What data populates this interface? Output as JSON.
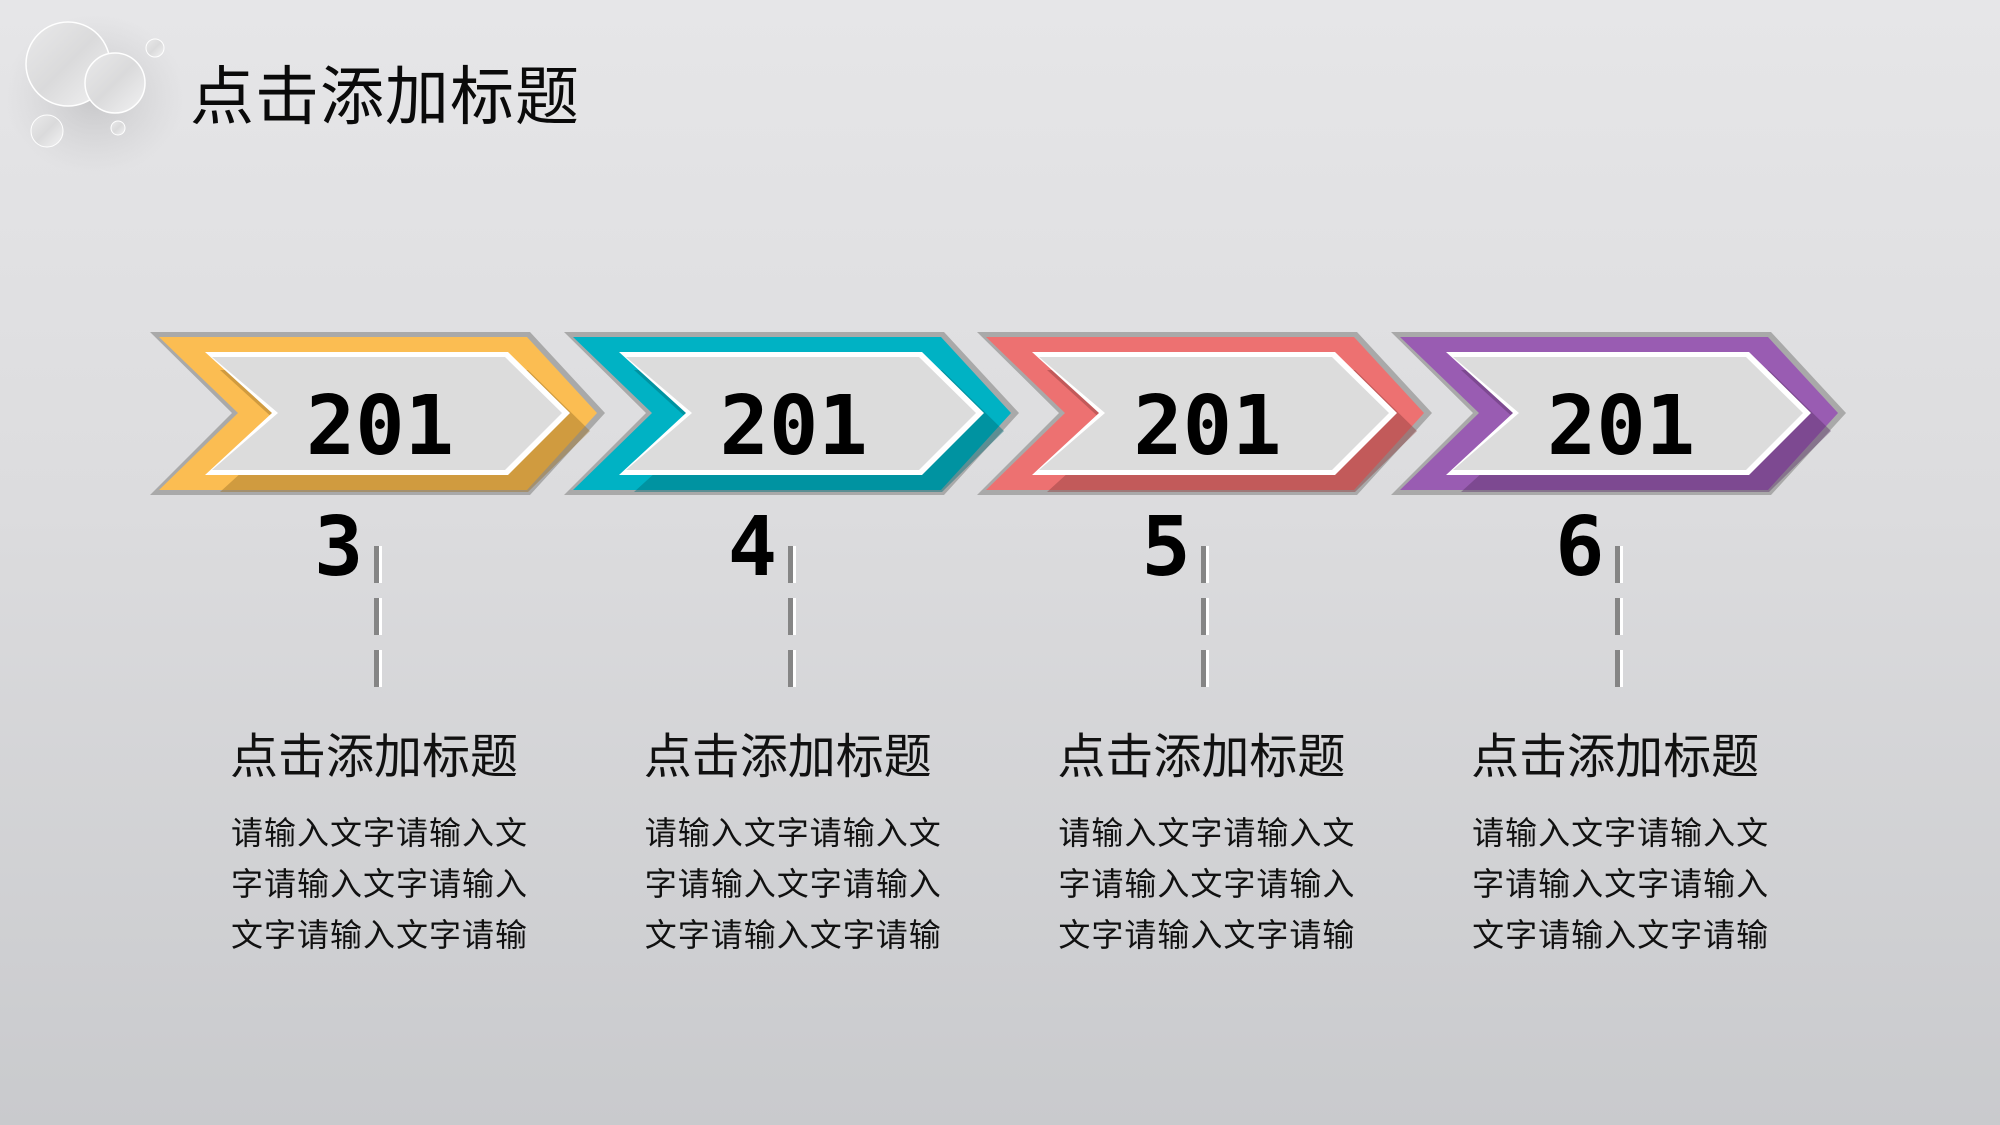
{
  "slide": {
    "title": "点击添加标题",
    "background": {
      "top": "#e6e6e8",
      "bottom": "#c9cacd"
    }
  },
  "timeline": {
    "steps": [
      {
        "year_top": "201",
        "year_bottom": "3",
        "color": "#fbbd52",
        "shadow": "#9c7228",
        "subtitle": "点击添加标题",
        "body_lines": [
          "请输入文字请输入文",
          "字请输入文字请输入",
          "文字请输入文字请输"
        ]
      },
      {
        "year_top": "201",
        "year_bottom": "4",
        "color": "#00b2c4",
        "shadow": "#006c78",
        "subtitle": "点击添加标题",
        "body_lines": [
          "请输入文字请输入文",
          "字请输入文字请输入",
          "文字请输入文字请输"
        ]
      },
      {
        "year_top": "201",
        "year_bottom": "5",
        "color": "#ed7171",
        "shadow": "#8e3d3d",
        "subtitle": "点击添加标题",
        "body_lines": [
          "请输入文字请输入文",
          "字请输入文字请输入",
          "文字请输入文字请输"
        ]
      },
      {
        "year_top": "201",
        "year_bottom": "6",
        "color": "#995cb2",
        "shadow": "#5a3469",
        "subtitle": "点击添加标题",
        "body_lines": [
          "请输入文字请输入文",
          "字请输入文字请输入",
          "文字请输入文字请输"
        ]
      }
    ]
  },
  "icons": {
    "decoration": "bubbles-icon",
    "step_shape": "chevron-arrow-icon",
    "connector": "dashed-line"
  }
}
